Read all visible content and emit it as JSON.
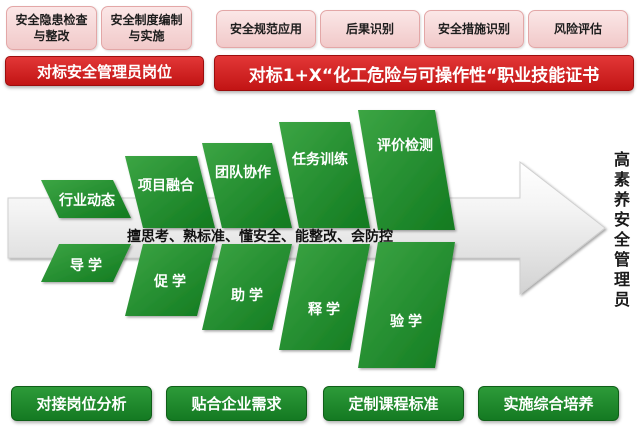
{
  "top_left": {
    "items": [
      "安全隐患检查与整改",
      "安全制度编制与实施"
    ],
    "banner": "对标安全管理员岗位"
  },
  "top_right": {
    "items": [
      "安全规范应用",
      "后果识别",
      "安全措施识别",
      "风险评估"
    ],
    "banner": "对标1+X“化工危险与可操作性“职业技能证书"
  },
  "upper_blocks": [
    "行业动态",
    "项目融合",
    "团队协作",
    "任务训练",
    "评价检测"
  ],
  "lower_blocks": [
    "导学",
    "促学",
    "助学",
    "释学",
    "验学"
  ],
  "arrow_text": "擅思考、熟标准、懂安全、能整改、会防控",
  "goal_text": "高素养安全管理员",
  "bottom_buttons": [
    "对接岗位分析",
    "贴合企业需求",
    "定制课程标准",
    "实施综合培养"
  ],
  "colors": {
    "red": "#d42626",
    "pink": "#f6d5d5",
    "green_dark": "#127a20",
    "green_light": "#3ca544"
  }
}
